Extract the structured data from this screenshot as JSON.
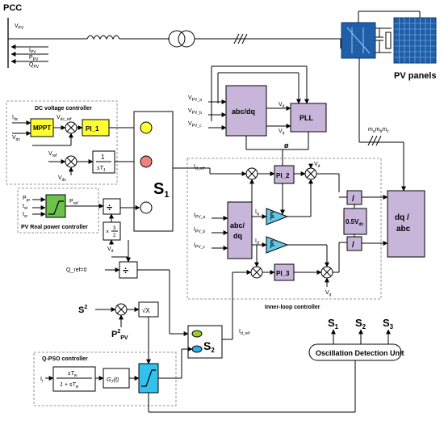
{
  "colors": {
    "purple_block": "#c7b6d9",
    "yellow_block": "#ffff33",
    "green_block": "#6cc24a",
    "cyan_block": "#33c2ee",
    "pv_panel_blue": "#1f5fa8",
    "red_circle": "#f08080",
    "blue_circle": "#33aaee",
    "olive_circle": "#9acd32"
  },
  "grid": {
    "pcc": "PCC",
    "vpv": "V",
    "vpv_sub": "PV",
    "ipv": "I",
    "ipv_sub": "PV",
    "ppv": "P",
    "ppv_sub": "PV",
    "qpv": "Q",
    "qpv_sub": "PV",
    "pv_panels": "PV panels"
  },
  "dc_controller": {
    "title": "DC voltage controller",
    "idc": "I",
    "idc_sub": "dc",
    "vdc": "V",
    "vdc_sub": "dc",
    "mppt": "MPPT",
    "vdc_ref": "V",
    "vdc_ref_sub": "dc_ref",
    "pi1": "PI_1",
    "vref": "V",
    "vref_sub": "ref",
    "vdc2": "V",
    "vdc2_sub": "dc",
    "tf_num": "1",
    "tf_den": "sT",
    "tf_den_sub": "1"
  },
  "pv_power": {
    "title": "PV Real power controller",
    "ppr": "P",
    "ppr_sub": "pr",
    "tst": "t",
    "tst_sub": "st",
    "tsr": "t",
    "tsr_sub": "sr",
    "pref": "P",
    "pref_sub": "ref",
    "div": "÷",
    "gain": "× 3/2",
    "gain_x": "×",
    "gain_num": "3",
    "gain_den": "2",
    "vd": "V",
    "vd_sub": "d"
  },
  "switches": {
    "s1": "S",
    "s1_sub": "1",
    "s2": "S",
    "s2_sub": "2"
  },
  "dq_transform": {
    "vpva": "V",
    "vpva_sub": "PV_a",
    "vpvb": "V",
    "vpvb_sub": "PV_b",
    "vpvc": "V",
    "vpvc_sub": "PV_c",
    "block": "abc/dq",
    "vd": "V",
    "vd_sub": "d",
    "vq": "V",
    "vq_sub": "q",
    "pll": "PLL",
    "phi": "ø",
    "ma": "m",
    "ma_sub": "a",
    "mb": "m",
    "mb_sub": "b",
    "mc": "m",
    "mc_sub": "c"
  },
  "inner_loop": {
    "title": "Inner-loop controller",
    "id_ref": "I",
    "id_ref_sub": "d_ref",
    "pi2": "PI_2",
    "pi3": "PI_3",
    "vd": "V",
    "vd_sub": "d",
    "vq": "V",
    "vq_sub": "q",
    "ipva": "I",
    "ipva_sub": "PV_a",
    "ipvb": "I",
    "ipvb_sub": "PV_b",
    "ipvc": "I",
    "ipvc_sub": "PV_c",
    "abcdq_1": "abc/",
    "abcdq_2": "dq",
    "iq": "I",
    "iq_sub": "q",
    "id": "I",
    "id_sub": "d",
    "omega_l": "ωL",
    "half_vdc": "0.5V",
    "half_vdc_sub": "dc",
    "slash": "/",
    "dqabc_1": "dq /",
    "dqabc_2": "abc"
  },
  "q_branch": {
    "q_ref": "Q_ref=0",
    "div": "÷",
    "s2": "S",
    "s2_sup": "2",
    "p2pv": "P",
    "p2pv_sup": "2",
    "p2pv_sub": "PV",
    "sqrt": "√X",
    "id_ref": "I",
    "id_ref_sub": "d_ref"
  },
  "qpso": {
    "title": "Q-PSO controller",
    "ii": "I",
    "ii_sub": "i",
    "washout_num": "sT",
    "washout_num_sub": "w",
    "washout_den": "1 + sT",
    "washout_den_sub": "w",
    "gt": "G",
    "gt_sub": "T",
    "gt_arg": "(t)"
  },
  "odu": {
    "label": "Oscillation Detection Unit",
    "s1": "S",
    "s1_sub": "1",
    "s2": "S",
    "s2_sub": "2",
    "s3": "S",
    "s3_sub": "3"
  }
}
